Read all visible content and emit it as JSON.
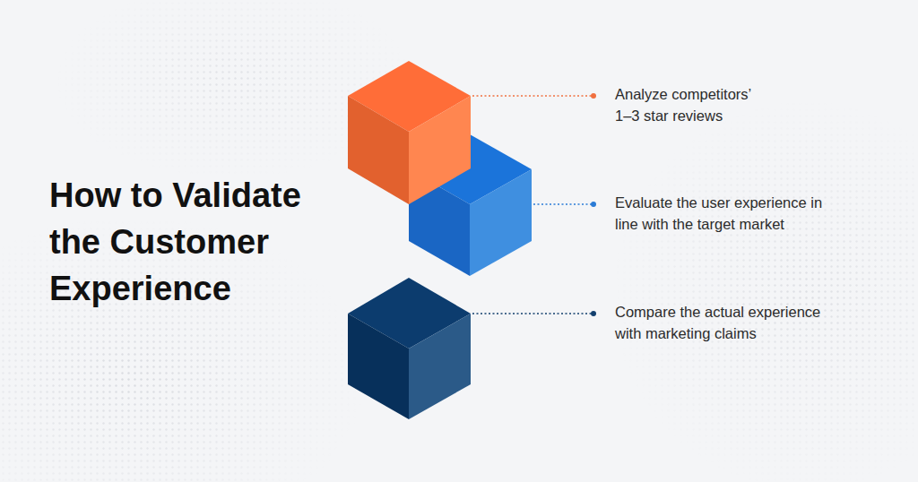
{
  "diagram": {
    "title": "How to Validate the Customer Experience",
    "labels": [
      "Analyze competitors’ 1–3 star reviews",
      "Evaluate the user experience in line with the target market",
      "Compare the actual experience with marketing claims"
    ]
  }
}
